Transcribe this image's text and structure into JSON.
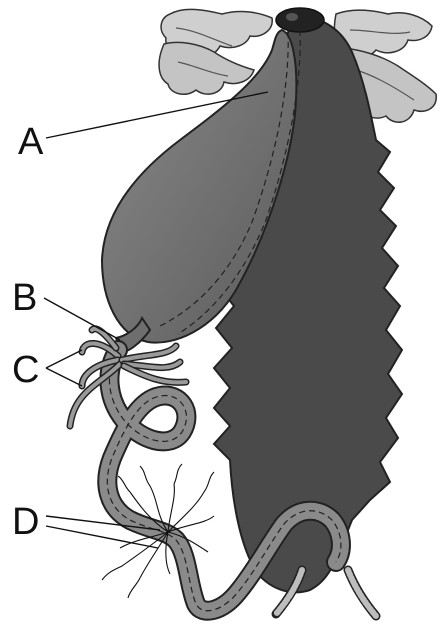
{
  "labels": {
    "a": "A",
    "b": "B",
    "c": "C",
    "d": "D"
  },
  "colors": {
    "body": "#4a4a4a",
    "gut": "#7c7c7c",
    "legs": "#cfcfcf",
    "outline": "#222222"
  }
}
